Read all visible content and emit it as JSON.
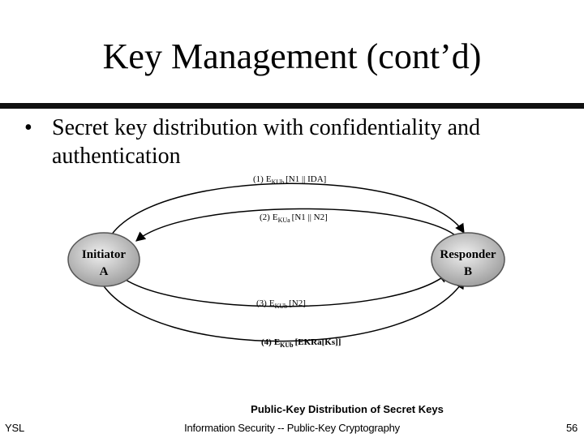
{
  "slide": {
    "title": "Key Management (cont’d)",
    "bullet_mark": "•",
    "bullet_text": "Secret key distribution with confidentiality and authentication"
  },
  "diagram": {
    "caption": "Public-Key Distribution of Secret Keys",
    "initiator": {
      "line1": "Initiator",
      "line2": "A"
    },
    "responder": {
      "line1": "Responder",
      "line2": "B"
    },
    "messages": [
      {
        "num": "(1)",
        "e": "E",
        "key": "KUb",
        "body": "[N1 || IDA]",
        "direction": "A-to-B"
      },
      {
        "num": "(2)",
        "e": "E",
        "key": "KUa",
        "body": "[N1 || N2]",
        "direction": "B-to-A"
      },
      {
        "num": "(3)",
        "e": "E",
        "key": "KUb",
        "body": "[N2]",
        "direction": "A-to-B"
      },
      {
        "num": "(4)",
        "e": "E",
        "key": "KUb",
        "body": "[EKRa[Ks]]",
        "direction": "A-to-B"
      }
    ],
    "colors": {
      "node_fill": "#c8c8c8",
      "node_edge": "#555555",
      "arrow": "#000000"
    }
  },
  "footer": {
    "left": "YSL",
    "center": "Information Security -- Public-Key Cryptography",
    "right": "56"
  }
}
